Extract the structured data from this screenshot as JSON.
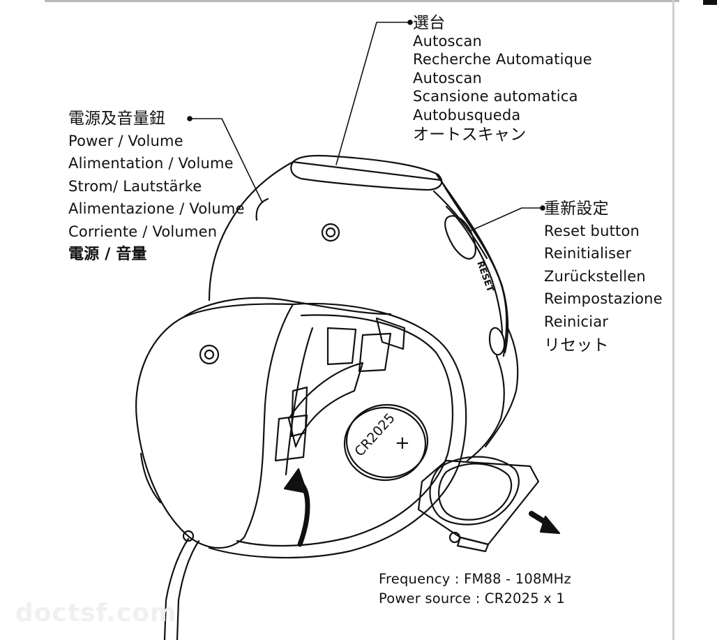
{
  "labels": {
    "autoscan": [
      "選台",
      "Autoscan",
      "Recherche Automatique",
      "Autoscan",
      "Scansione automatica",
      "Autobusqueda",
      "オートスキャン"
    ],
    "power_volume": [
      "電源及音量鈕",
      "Power / Volume",
      "Alimentation / Volume",
      "Strom/ Lautstärke",
      "Alimentazione / Volume",
      "Corriente / Volumen",
      "電源 / 音量"
    ],
    "reset": [
      "重新設定",
      "Reset button",
      "Reinitialiser",
      "Zurückstellen",
      "Reimpostazione",
      "Reiniciar",
      "リセット"
    ]
  },
  "device": {
    "reset_marking": "RESET",
    "battery_marking": "CR2025",
    "battery_polarity": "+"
  },
  "specs": {
    "frequency": "Frequency : FM88 - 108MHz",
    "power_source": "Power source : CR2025 x 1"
  },
  "watermark": "doctsf.com",
  "colors": {
    "ink": "#111111",
    "paper": "#ffffff"
  }
}
